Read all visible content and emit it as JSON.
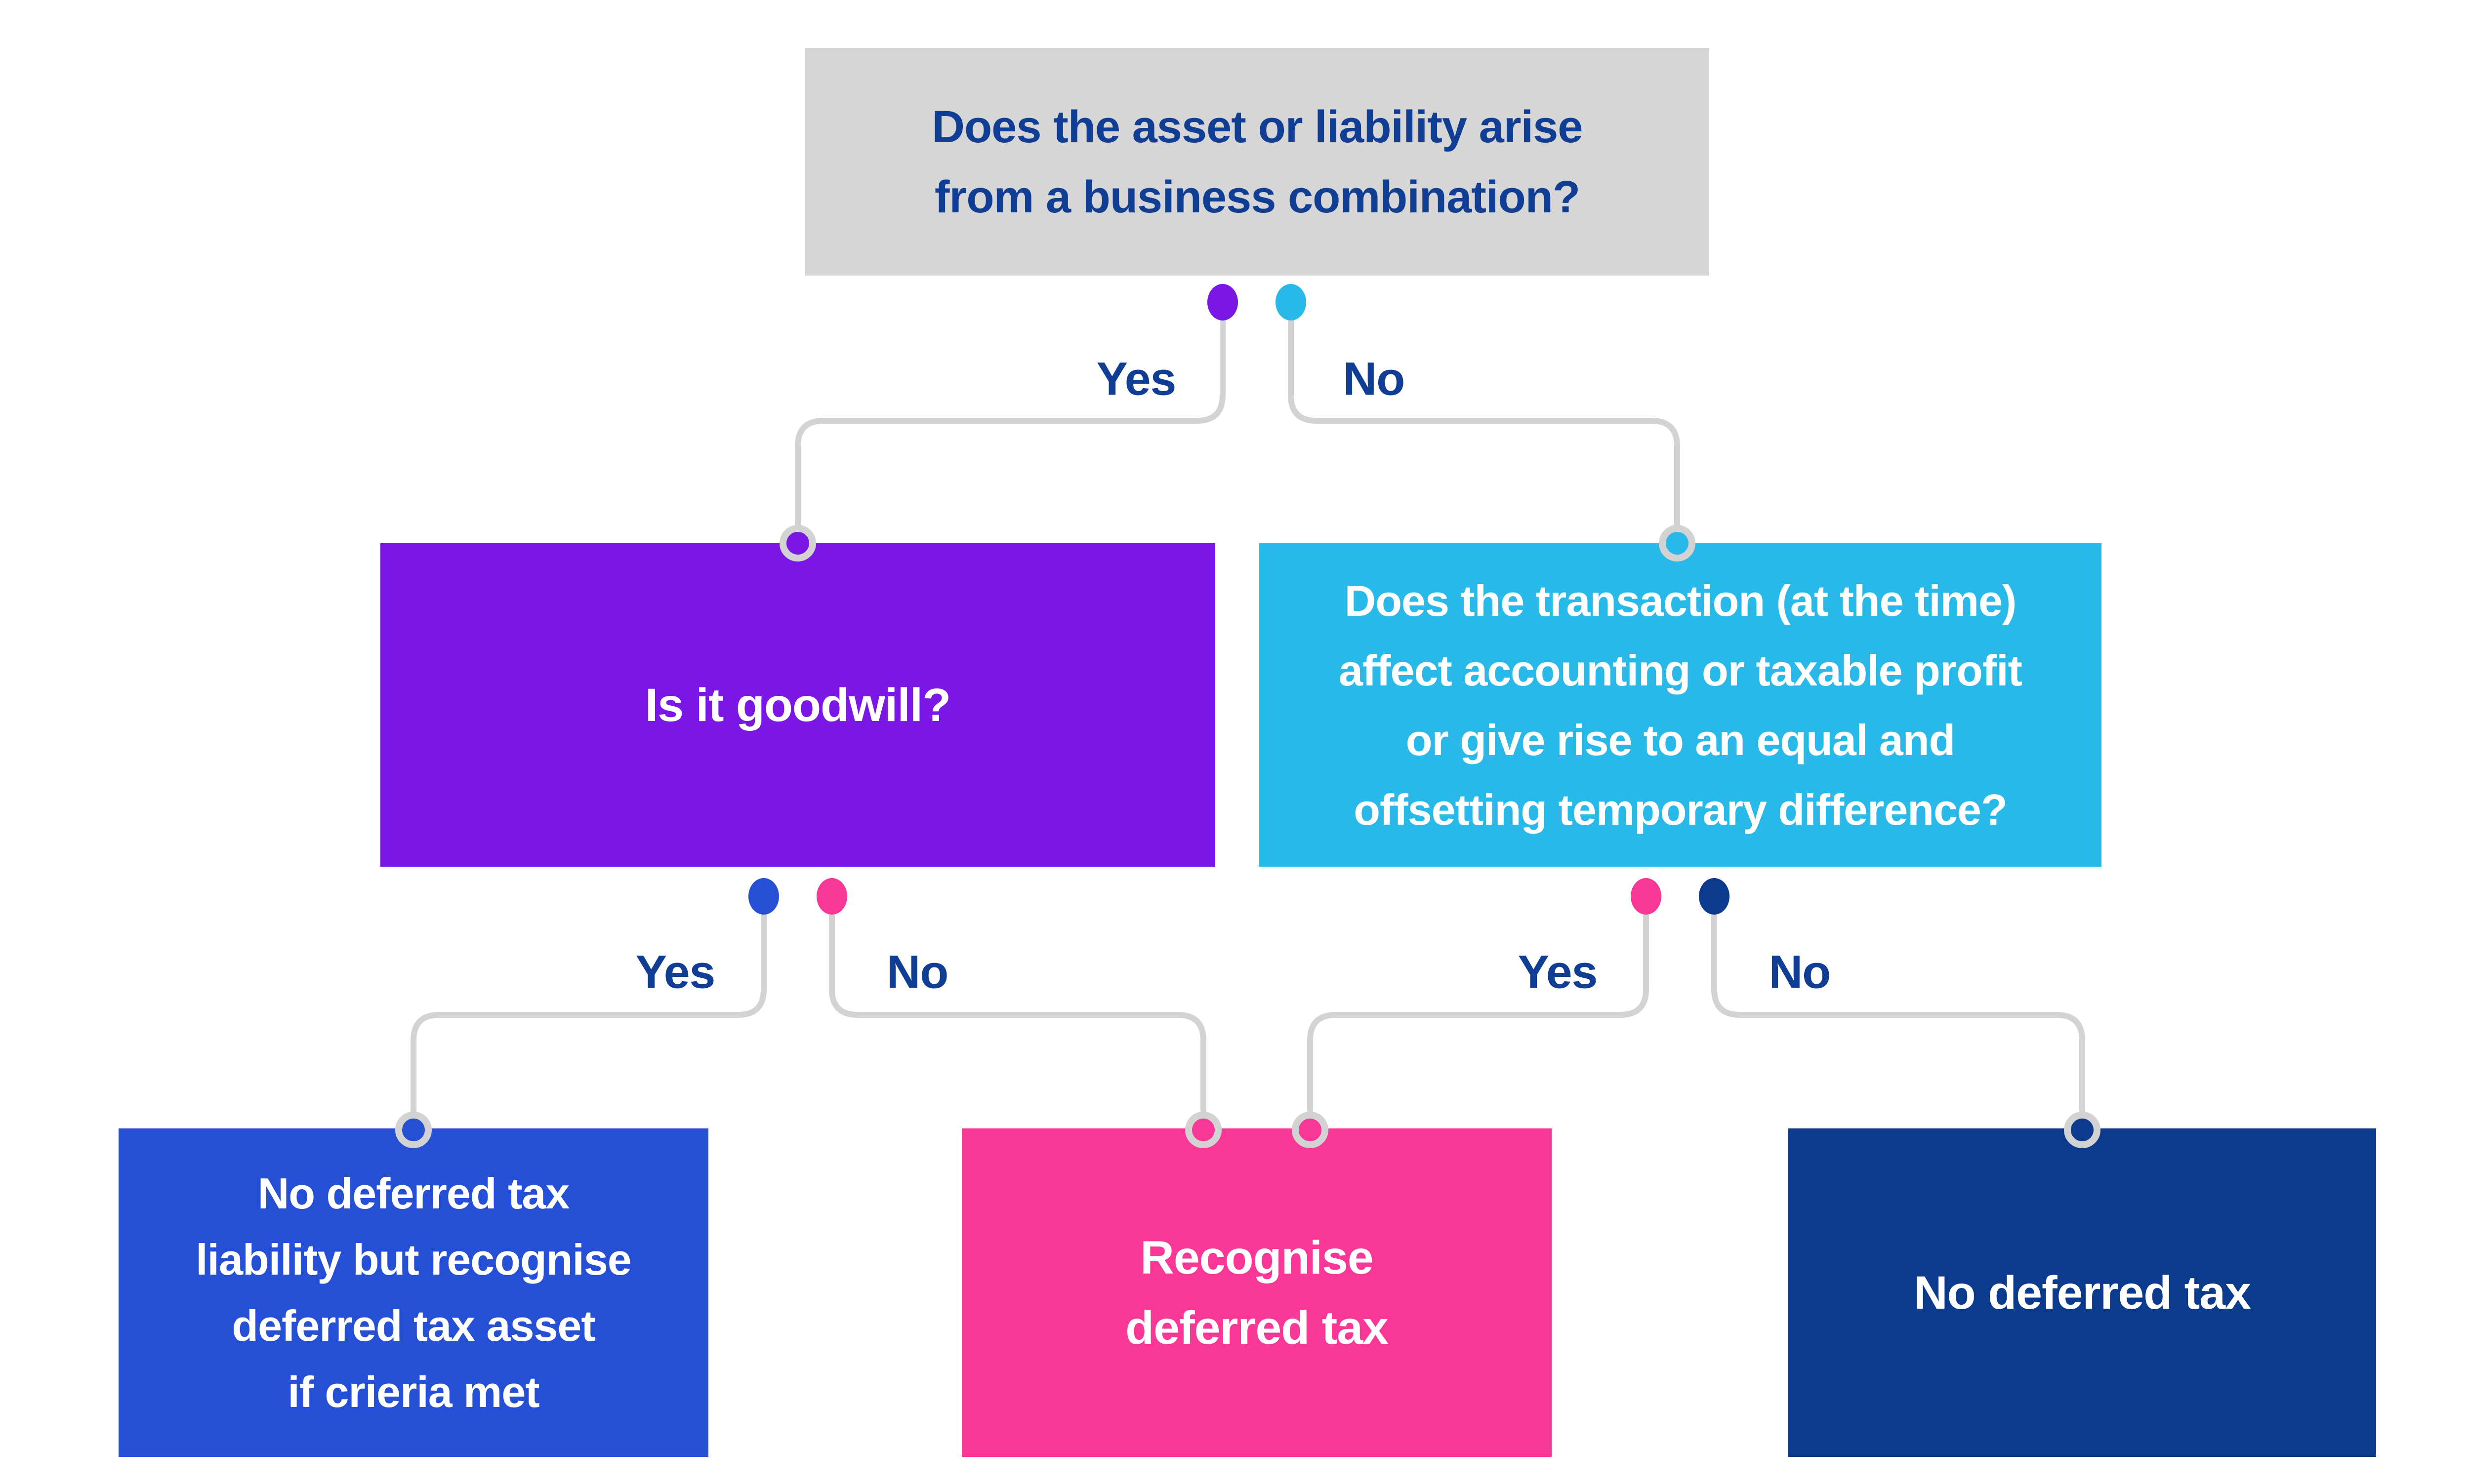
{
  "colors": {
    "page_bg": "#ffffff",
    "connector": "#d3d3d3",
    "root_box_bg": "#d6d6d6",
    "navy_text": "#113e95",
    "white_text": "#ffffff",
    "purple": "#7a17e6",
    "cyan": "#29b9e8",
    "blue": "#2550d6",
    "pink": "#f93797",
    "navy": "#0c3a8c"
  },
  "flowchart": {
    "root": {
      "question": "Does the asset or liability arise\nfrom a business combination?",
      "yes": "Yes",
      "no": "No"
    },
    "goodwill": {
      "question": "Is it goodwill?",
      "yes": "Yes",
      "no": "No"
    },
    "transaction": {
      "question": "Does the transaction (at the time)\naffect accounting or taxable profit\nor give rise to an equal and\noffsetting temporary difference?",
      "yes": "Yes",
      "no": "No"
    },
    "outcomes": {
      "no_dtl_but_dta": "No deferred tax\nliability but recognise\ndeferred tax asset\nif crieria met",
      "recognise_deferred_tax": "Recognise\ndeferred tax",
      "no_deferred_tax": "No deferred tax"
    }
  }
}
